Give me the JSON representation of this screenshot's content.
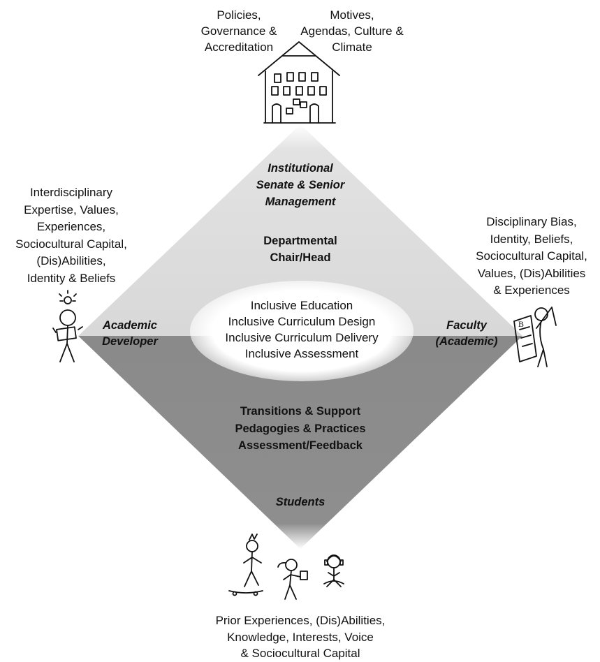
{
  "institution": {
    "left_label": "Policies,\nGovernance &\nAccreditation",
    "right_label": "Motives,\nAgendas, Culture &\nClimate"
  },
  "diamond": {
    "upper_color": "#dcdcdc",
    "lower_color": "#8c8c8c",
    "institutional": "Institutional\nSenate & Senior\nManagement",
    "departmental": "Departmental\nChair/Head",
    "center_lines": [
      "Inclusive Education",
      "Inclusive Curriculum Design",
      "Inclusive Curriculum Delivery",
      "Inclusive Assessment"
    ],
    "lower_lines": "Transitions & Support\nPedagogies & Practices\nAssessment/Feedback",
    "students": "Students"
  },
  "academic_developer": {
    "attributes": "Interdisciplinary\nExpertise, Values,\nExperiences,\nSociocultural Capital,\n(Dis)Abilities,\nIdentity & Beliefs",
    "role": "Academic\nDeveloper",
    "icon": "person-with-lightbulb-icon"
  },
  "faculty": {
    "attributes": "Disciplinary Bias,\nIdentity, Beliefs,\nSociocultural Capital,\nValues, (Dis)Abilities\n& Experiences",
    "role": "Faculty\n(Academic)",
    "icon": "person-with-paper-icon"
  },
  "students_group": {
    "attributes": "Prior Experiences, (Dis)Abilities,\nKnowledge, Interests, Voice\n& Sociocultural Capital",
    "icons": [
      "skateboarder-icon",
      "student-with-paper-icon",
      "headphones-student-icon"
    ]
  }
}
